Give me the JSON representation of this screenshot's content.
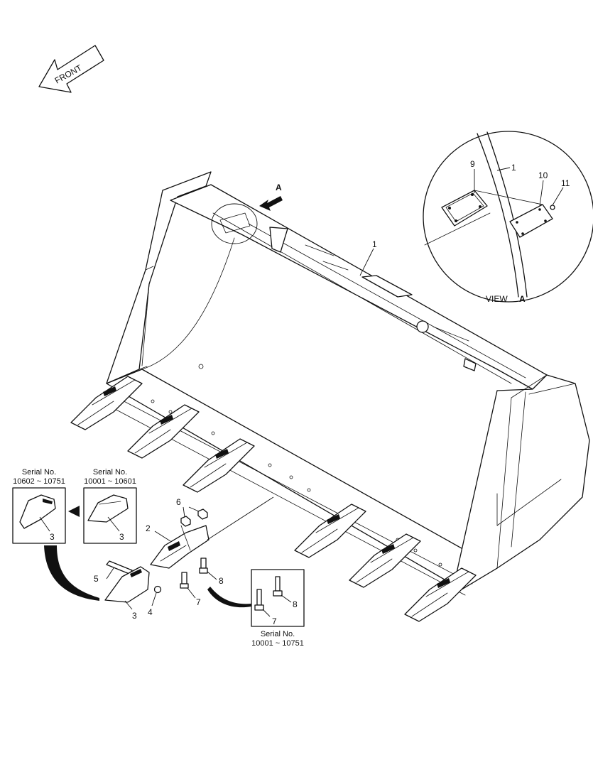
{
  "front_arrow": {
    "label": "FRONT"
  },
  "view_marker": {
    "label": "A"
  },
  "view_caption": {
    "prefix": "VIEW",
    "letter": "A"
  },
  "callouts": {
    "bucket": "1",
    "detail_bucket": "1",
    "plate": "9",
    "cover": "10",
    "screw": "11",
    "adapter": "2",
    "tooth_main": "3",
    "tooth_box_left": "3",
    "tooth_box_right": "3",
    "lock_washer": "4",
    "pin": "5",
    "nut": "6",
    "bolt_main": "7",
    "bolt_box": "7",
    "bolt_short_main": "8",
    "bolt_short_box": "8"
  },
  "serial_boxes": {
    "left": {
      "title": "Serial No.",
      "range": "10602 ~ 10751"
    },
    "middle": {
      "title": "Serial No.",
      "range": "10001 ~ 10601"
    },
    "bolts": {
      "title": "Serial No.",
      "range": "10001 ~ 10751"
    }
  }
}
